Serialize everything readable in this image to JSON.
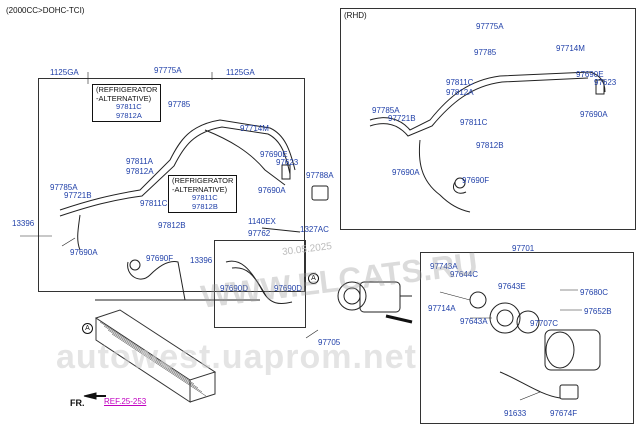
{
  "header": {
    "engine": "(2000CC>DOHC-TCI)",
    "rhd": "(RHD)"
  },
  "boxes": {
    "alt1": {
      "line1": "(REFRIGERATOR",
      "line2": "-ALTERNATIVE)",
      "p1": "97811C",
      "p2": "97812A"
    },
    "alt2": {
      "line1": "(REFRIGERATOR",
      "line2": "-ALTERNATIVE)",
      "p1": "97811C",
      "p2": "97812B"
    }
  },
  "labels": {
    "l_1125GA_a": "1125GA",
    "l_97775A": "97775A",
    "l_1125GA_b": "1125GA",
    "l_97785": "97785",
    "l_97714M": "97714M",
    "l_97690E": "97690E",
    "l_97623": "97623",
    "l_97811A": "97811A",
    "l_97812A": "97812A",
    "l_97785A": "97785A",
    "l_97721B": "97721B",
    "l_97811C": "97811C",
    "l_97812B": "97812B",
    "l_97690A_top": "97690A",
    "l_97788A": "97788A",
    "l_13396_a": "13396",
    "l_1140EX": "1140EX",
    "l_1327AC": "1327AC",
    "l_97762": "97762",
    "l_97690A": "97690A",
    "l_97690F": "97690F",
    "l_13396_b": "13396",
    "l_97690D_a": "97690D",
    "l_97690D_b": "97690D",
    "l_97705": "97705",
    "r_97775A": "97775A",
    "r_97785": "97785",
    "r_97714M": "97714M",
    "r_97811C": "97811C",
    "r_97812A": "97812A",
    "r_97690E": "97690E",
    "r_97623": "97623",
    "r_97785A": "97785A",
    "r_97721B": "97721B",
    "r_97811C_b": "97811C",
    "r_97690A_r": "97690A",
    "r_97812B": "97812B",
    "r_97690A": "97690A",
    "r_97690F": "97690F",
    "c_97701": "97701",
    "c_97743A": "97743A",
    "c_97644C": "97644C",
    "c_97643E": "97643E",
    "c_97680C": "97680C",
    "c_97714A": "97714A",
    "c_97652B": "97652B",
    "c_97643A": "97643A",
    "c_97707C": "97707C",
    "c_91633": "91633",
    "c_97674F": "97674F"
  },
  "markers": {
    "a": "A"
  },
  "footer": {
    "fr": "FR.",
    "ref": "REF.25-253"
  },
  "watermarks": {
    "site1": "WWW.ELCATS.RU",
    "site2": "autowest.uaprom.net",
    "date": "30.05.2025"
  },
  "colors": {
    "label": "#1f3fa8",
    "ref": "#c000c0",
    "line": "#222222"
  }
}
